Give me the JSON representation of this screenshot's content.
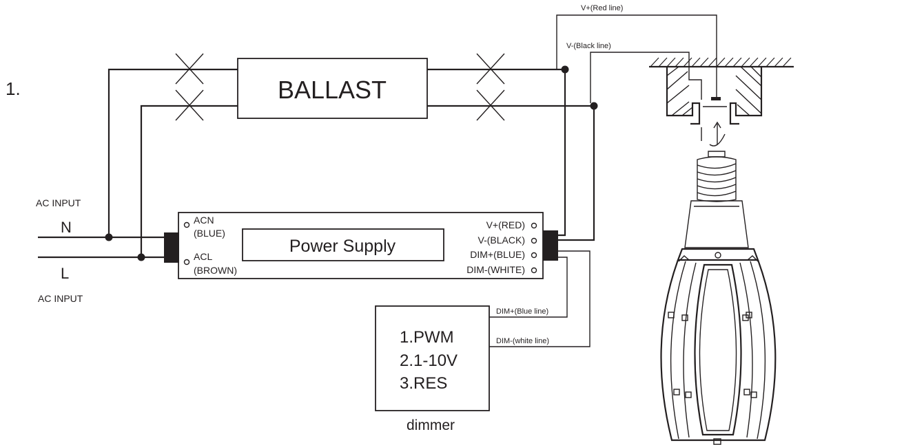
{
  "step_number": "1.",
  "ballast": {
    "label": "BALLAST"
  },
  "ac_input": {
    "top_label": "AC INPUT",
    "n_label": "N",
    "l_label": "L",
    "bottom_label": "AC INPUT"
  },
  "power_supply": {
    "label": "Power Supply",
    "left_terminals": [
      {
        "line1": "ACN",
        "line2": "(BLUE)"
      },
      {
        "line1": "ACL",
        "line2": "(BROWN)"
      }
    ],
    "right_terminals": [
      "V+(RED)",
      "V-(BLACK)",
      "DIM+(BLUE)",
      "DIM-(WHITE)"
    ]
  },
  "wires": {
    "v_plus": "V+(Red line)",
    "v_minus": "V-(Black line)",
    "dim_plus": "DIM+(Blue line)",
    "dim_minus": "DIM-(white line)"
  },
  "dimmer": {
    "modes": [
      "1.PWM",
      "2.1-10V",
      "3.RES"
    ],
    "caption": "dimmer"
  },
  "colors": {
    "line": "#231f20",
    "background": "#ffffff"
  },
  "icons": [
    "cut-mark-icon",
    "junction-dot-icon",
    "lamp-socket-icon",
    "led-corn-bulb-icon"
  ]
}
